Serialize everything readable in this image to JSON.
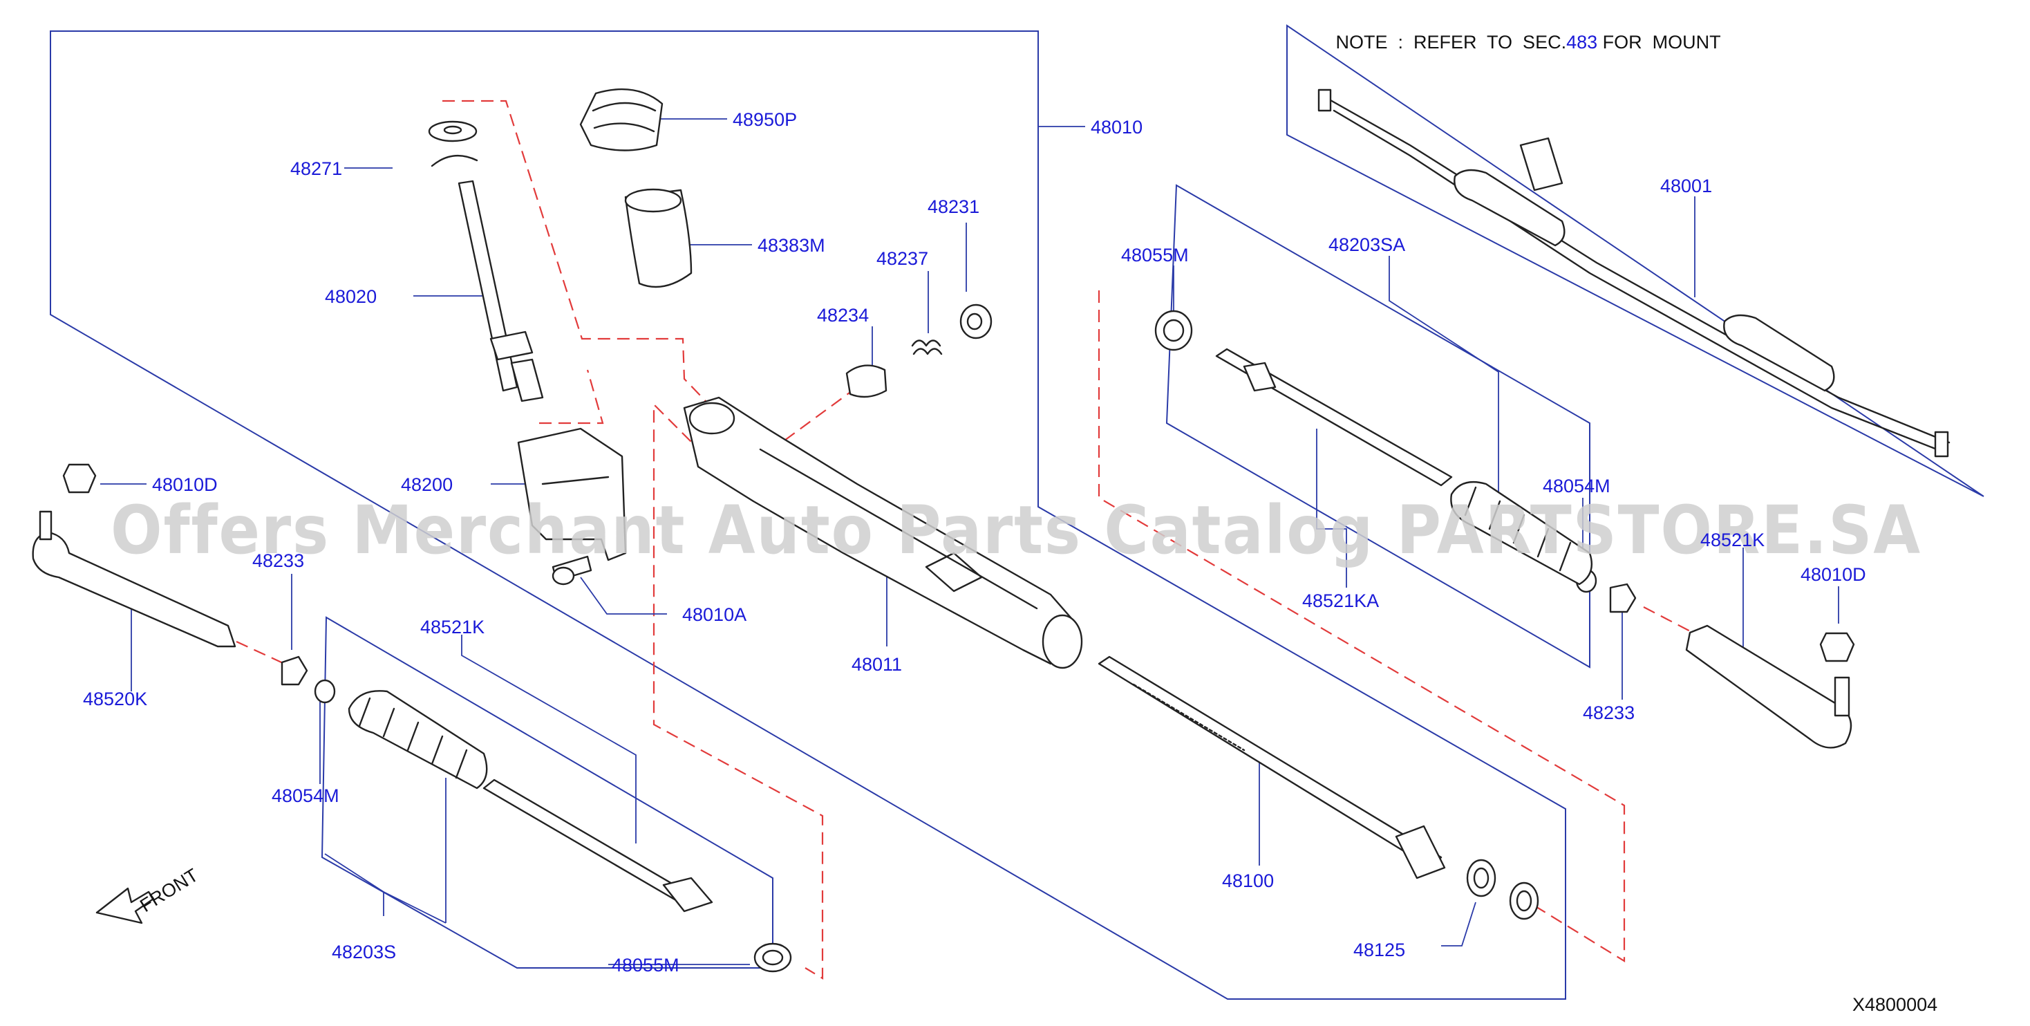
{
  "note": {
    "prefix": "NOTE  :  REFER  TO  SEC.",
    "section": "483",
    "suffix": " FOR  MOUNT"
  },
  "front_label": "FRONT",
  "drawing_id": "X4800004",
  "watermark": "Offers Merchant Auto Parts Catalog PARTSTORE.SA",
  "colors": {
    "label": "#1a1ad8",
    "frame": "#2a3aa8",
    "dashed": "#e23b3b",
    "part": "#222222",
    "watermark": "#cfcfcf"
  },
  "labels": {
    "p48950P": "48950P",
    "p48010": "48010",
    "p48271": "48271",
    "p48383M": "48383M",
    "p48231": "48231",
    "p48020": "48020",
    "p48237": "48237",
    "p48234": "48234",
    "p48055M_r": "48055M",
    "p48203SA": "48203SA",
    "p48001": "48001",
    "p48010D_l": "48010D",
    "p48200": "48200",
    "p48233_l": "48233",
    "p48010A": "48010A",
    "p48054M_r": "48054M",
    "p48521K_r": "48521K",
    "p48010D_r": "48010D",
    "p48521K_l": "48521K",
    "p48521KA": "48521KA",
    "p48011": "48011",
    "p48520K": "48520K",
    "p48233_r": "48233",
    "p48054M_l": "48054M",
    "p48100": "48100",
    "p48203S": "48203S",
    "p48055M_l": "48055M",
    "p48125": "48125"
  }
}
